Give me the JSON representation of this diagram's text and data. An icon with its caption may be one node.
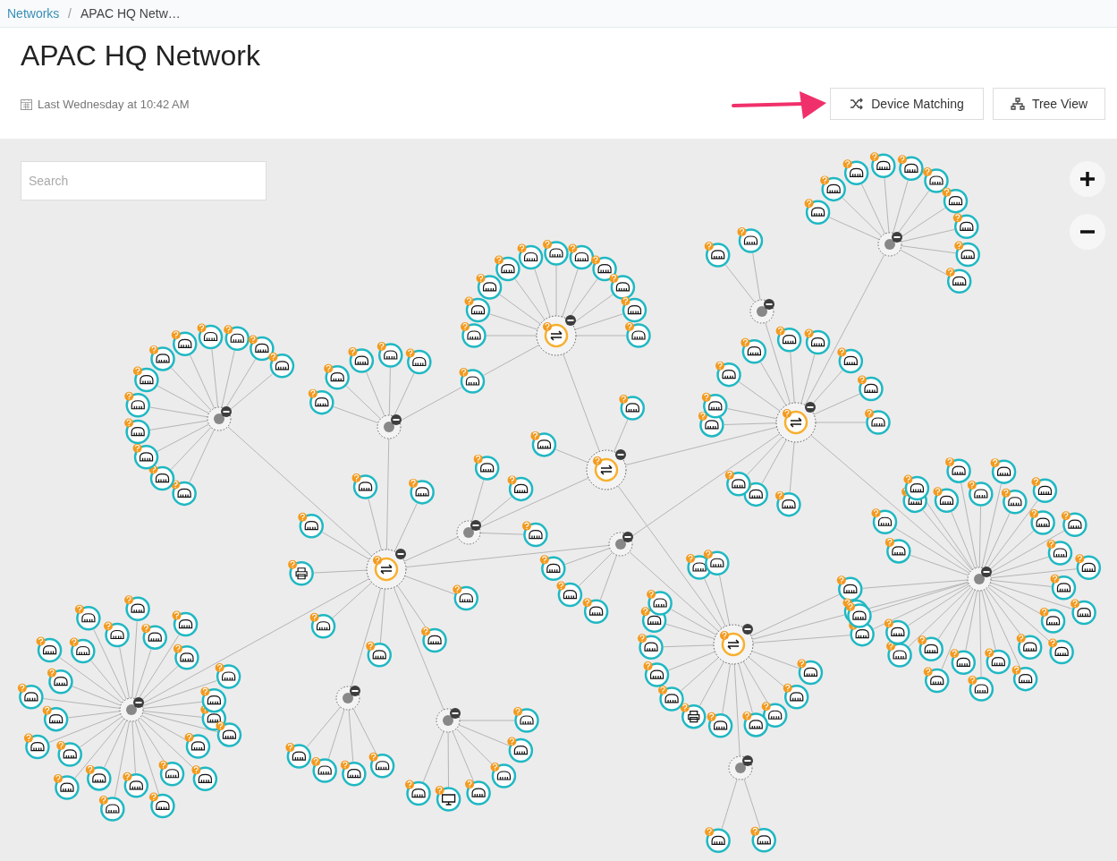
{
  "diagram": {
    "title": "APAC HQ Network",
    "nodes": [
      {
        "text": [],
        "shape": "circle"
      },
      {
        "text": [],
        "shape": "circle"
      },
      {
        "text": [],
        "shape": "circle"
      },
      {
        "text": [],
        "shape": "circle"
      },
      {
        "text": [],
        "shape": "circle"
      },
      {
        "text": [],
        "shape": "circle"
      },
      {
        "text": [],
        "shape": "circle"
      },
      {
        "text": [],
        "shape": "circle"
      },
      {
        "text": [],
        "shape": "circle"
      },
      {
        "text": [],
        "shape": "circle"
      },
      {
        "text": [],
        "shape": "circle"
      },
      {
        "text": [],
        "shape": "circle"
      },
      {
        "text": [],
        "shape": "circle"
      },
      {
        "text": [],
        "shape": "circle"
      },
      {
        "text": [],
        "shape": "circle"
      },
      {
        "text": [],
        "shape": "circle"
      },
      {
        "text": [],
        "shape": "circle"
      },
      {
        "text": [],
        "shape": "circle"
      },
      {
        "text": [],
        "shape": "circle"
      },
      {
        "text": [],
        "shape": "circle"
      },
      {
        "text": [],
        "shape": "circle"
      },
      {
        "text": [],
        "shape": "circle"
      },
      {
        "text": [],
        "shape": "circle"
      },
      {
        "text": [],
        "shape": "circle"
      },
      {
        "text": [],
        "shape": "circle"
      },
      {
        "text": [],
        "shape": "circle"
      },
      {
        "text": [],
        "shape": "circle"
      },
      {
        "text": [],
        "shape": "circle"
      },
      {
        "text": [],
        "shape": "circle"
      },
      {
        "text": [],
        "shape": "circle"
      },
      {
        "text": [],
        "shape": "circle"
      },
      {
        "text": [],
        "shape": "circle"
      },
      {
        "text": [],
        "shape": "circle"
      },
      {
        "text": [],
        "shape": "circle"
      },
      {
        "text": [],
        "shape": "circle"
      },
      {
        "text": [],
        "shape": "circle"
      },
      {
        "text": [],
        "shape": "circle"
      },
      {
        "text": [],
        "shape": "circle"
      },
      {
        "text": [],
        "shape": "circle"
      },
      {
        "text": [],
        "shape": "circle"
      },
      {
        "text": [],
        "shape": "circle"
      },
      {
        "text": [],
        "shape": "circle"
      },
      {
        "text": [],
        "shape": "circle"
      },
      {
        "text": [],
        "shape": "circle"
      },
      {
        "text": [],
        "shape": "circle"
      },
      {
        "text": [],
        "shape": "circle"
      },
      {
        "text": [],
        "shape": "circle"
      },
      {
        "text": [],
        "shape": "circle"
      },
      {
        "text": [],
        "shape": "circle"
      },
      {
        "text": [],
        "shape": "circle"
      },
      {
        "text": [],
        "shape": "circle"
      },
      {
        "text": [],
        "shape": "circle"
      },
      {
        "text": [],
        "shape": "circle"
      },
      {
        "text": [],
        "shape": "circle"
      },
      {
        "text": [],
        "shape": "circle"
      },
      {
        "text": [],
        "shape": "circle"
      },
      {
        "text": [],
        "shape": "circle"
      },
      {
        "text": [],
        "shape": "circle"
      },
      {
        "text": [],
        "shape": "circle"
      },
      {
        "text": [],
        "shape": "circle"
      },
      {
        "text": [],
        "shape": "circle"
      },
      {
        "text": [],
        "shape": "circle"
      },
      {
        "text": [],
        "shape": "circle"
      },
      {
        "text": [],
        "shape": "circle"
      },
      {
        "text": [],
        "shape": "circle"
      },
      {
        "text": [],
        "shape": "circle"
      },
      {
        "text": [],
        "shape": "circle"
      },
      {
        "text": [],
        "shape": "circle"
      },
      {
        "text": [],
        "shape": "circle"
      },
      {
        "text": [],
        "shape": "circle"
      },
      {
        "text": [],
        "shape": "circle"
      },
      {
        "text": [],
        "shape": "circle"
      },
      {
        "text": [],
        "shape": "circle"
      },
      {
        "text": [],
        "shape": "circle"
      },
      {
        "text": [],
        "shape": "circle"
      },
      {
        "text": [],
        "shape": "circle"
      },
      {
        "text": [],
        "shape": "circle"
      },
      {
        "text": [],
        "shape": "circle"
      },
      {
        "text": [],
        "shape": "circle"
      },
      {
        "text": [],
        "shape": "circle"
      },
      {
        "text": [],
        "shape": "circle"
      },
      {
        "text": [],
        "shape": "circle"
      },
      {
        "text": [],
        "shape": "circle"
      },
      {
        "text": [],
        "shape": "circle"
      },
      {
        "text": [],
        "shape": "circle"
      },
      {
        "text": [],
        "shape": "circle"
      },
      {
        "text": [],
        "shape": "circle"
      },
      {
        "text": [],
        "shape": "circle"
      },
      {
        "text": [],
        "shape": "circle"
      },
      {
        "text": [],
        "shape": "circle"
      },
      {
        "text": [],
        "shape": "circle"
      },
      {
        "text": [],
        "shape": "circle"
      },
      {
        "text": [],
        "shape": "circle"
      },
      {
        "text": [],
        "shape": "circle"
      },
      {
        "text": [],
        "shape": "circle"
      },
      {
        "text": [],
        "shape": "circle"
      },
      {
        "text": [],
        "shape": "circle"
      },
      {
        "text": [],
        "shape": "circle"
      },
      {
        "text": [],
        "shape": "circle"
      },
      {
        "text": [],
        "shape": "circle"
      },
      {
        "text": [],
        "shape": "circle"
      },
      {
        "text": [],
        "shape": "circle"
      },
      {
        "text": [],
        "shape": "circle"
      },
      {
        "text": [],
        "shape": "circle"
      },
      {
        "text": [],
        "shape": "circle"
      },
      {
        "text": [],
        "shape": "circle"
      },
      {
        "text": [],
        "shape": "circle"
      },
      {
        "text": [],
        "shape": "circle"
      },
      {
        "text": [],
        "shape": "circle"
      },
      {
        "text": [],
        "shape": "circle"
      },
      {
        "text": [],
        "shape": "circle"
      },
      {
        "text": [],
        "shape": "circle"
      },
      {
        "text": [],
        "shape": "circle"
      },
      {
        "text": [],
        "shape": "circle"
      },
      {
        "text": [],
        "shape": "circle"
      },
      {
        "text": [],
        "shape": "circle"
      },
      {
        "text": [],
        "shape": "circle"
      },
      {
        "text": [],
        "shape": "circle"
      },
      {
        "text": [],
        "shape": "circle"
      },
      {
        "text": [],
        "shape": "circle"
      },
      {
        "text": [],
        "shape": "circle"
      },
      {
        "text": [],
        "shape": "circle"
      },
      {
        "text": [],
        "shape": "circle"
      },
      {
        "text": [],
        "shape": "circle"
      },
      {
        "text": [],
        "shape": "circle"
      },
      {
        "text": [],
        "shape": "circle"
      },
      {
        "text": [],
        "shape": "circle"
      },
      {
        "text": [],
        "shape": "circle"
      },
      {
        "text": [],
        "shape": "circle"
      },
      {
        "text": [],
        "shape": "circle"
      },
      {
        "text": [],
        "shape": "circle"
      },
      {
        "text": [],
        "shape": "circle"
      },
      {
        "text": [],
        "shape": "circle"
      },
      {
        "text": [],
        "shape": "circle"
      },
      {
        "text": [],
        "shape": "circle"
      },
      {
        "text": [],
        "shape": "circle"
      },
      {
        "text": [],
        "shape": "circle"
      },
      {
        "text": [],
        "shape": "circle"
      },
      {
        "text": [],
        "shape": "circle"
      },
      {
        "text": [],
        "shape": "circle"
      },
      {
        "text": [],
        "shape": "circle"
      },
      {
        "text": [],
        "shape": "circle"
      },
      {
        "text": [],
        "shape": "circle"
      },
      {
        "text": [],
        "shape": "circle"
      },
      {
        "text": [],
        "shape": "circle"
      },
      {
        "text": [],
        "shape": "circle"
      },
      {
        "text": [],
        "shape": "circle"
      },
      {
        "text": [],
        "shape": "circle"
      },
      {
        "text": [],
        "shape": "circle"
      },
      {
        "text": [],
        "shape": "circle"
      },
      {
        "text": [],
        "shape": "circle"
      },
      {
        "text": [],
        "shape": "circle"
      },
      {
        "text": [],
        "shape": "circle"
      },
      {
        "text": [],
        "shape": "circle"
      },
      {
        "text": [],
        "shape": "circle"
      },
      {
        "text": [],
        "shape": "circle"
      },
      {
        "text": [],
        "shape": "circle"
      },
      {
        "text": [],
        "shape": "circle"
      },
      {
        "text": [],
        "shape": "circle"
      },
      {
        "text": [],
        "shape": "circle"
      },
      {
        "text": [],
        "shape": "circle"
      },
      {
        "text": [],
        "shape": "circle"
      },
      {
        "text": [],
        "shape": "circle"
      },
      {
        "text": [],
        "shape": "circle"
      },
      {
        "text": [],
        "shape": "circle"
      },
      {
        "text": [],
        "shape": "circle"
      }
    ],
    "edges": [
      {
        "from": 0,
        "to": 1,
        "arrow": "none"
      },
      {
        "from": 0,
        "to": 2,
        "arrow": "none"
      },
      {
        "from": 0,
        "to": 3,
        "arrow": "none"
      },
      {
        "from": 0,
        "to": 4,
        "arrow": "none"
      },
      {
        "from": 0,
        "to": 5,
        "arrow": "none"
      },
      {
        "from": 0,
        "to": 6,
        "arrow": "none"
      },
      {
        "from": 0,
        "to": 7,
        "arrow": "none"
      },
      {
        "from": 0,
        "to": 8,
        "arrow": "none"
      },
      {
        "from": 0,
        "to": 9,
        "arrow": "none"
      },
      {
        "from": 0,
        "to": 10,
        "arrow": "none"
      },
      {
        "from": 0,
        "to": 11,
        "arrow": "none"
      },
      {
        "from": 0,
        "to": 12,
        "arrow": "none"
      },
      {
        "from": 13,
        "to": 14,
        "arrow": "none"
      },
      {
        "from": 13,
        "to": 15,
        "arrow": "none"
      },
      {
        "from": 13,
        "to": 16,
        "arrow": "none"
      },
      {
        "from": 13,
        "to": 17,
        "arrow": "none"
      },
      {
        "from": 13,
        "to": 18,
        "arrow": "none"
      },
      {
        "from": 19,
        "to": 20,
        "arrow": "none"
      },
      {
        "from": 19,
        "to": 21,
        "arrow": "none"
      },
      {
        "from": 19,
        "to": 22,
        "arrow": "none"
      },
      {
        "from": 19,
        "to": 23,
        "arrow": "none"
      },
      {
        "from": 19,
        "to": 24,
        "arrow": "none"
      },
      {
        "from": 19,
        "to": 25,
        "arrow": "none"
      },
      {
        "from": 19,
        "to": 26,
        "arrow": "none"
      },
      {
        "from": 19,
        "to": 27,
        "arrow": "none"
      },
      {
        "from": 19,
        "to": 28,
        "arrow": "none"
      },
      {
        "from": 19,
        "to": 29,
        "arrow": "none"
      },
      {
        "from": 19,
        "to": 30,
        "arrow": "none"
      },
      {
        "from": 19,
        "to": 31,
        "arrow": "none"
      },
      {
        "from": 13,
        "to": 31,
        "arrow": "none"
      },
      {
        "from": 32,
        "to": 33,
        "arrow": "none"
      },
      {
        "from": 32,
        "to": 34,
        "arrow": "none"
      },
      {
        "from": 35,
        "to": 36,
        "arrow": "none"
      },
      {
        "from": 35,
        "to": 37,
        "arrow": "none"
      },
      {
        "from": 35,
        "to": 38,
        "arrow": "none"
      },
      {
        "from": 35,
        "to": 39,
        "arrow": "none"
      },
      {
        "from": 35,
        "to": 40,
        "arrow": "none"
      },
      {
        "from": 35,
        "to": 41,
        "arrow": "none"
      },
      {
        "from": 35,
        "to": 42,
        "arrow": "none"
      },
      {
        "from": 35,
        "to": 43,
        "arrow": "none"
      },
      {
        "from": 35,
        "to": 44,
        "arrow": "none"
      },
      {
        "from": 35,
        "to": 45,
        "arrow": "none"
      },
      {
        "from": 46,
        "to": 47,
        "arrow": "none"
      },
      {
        "from": 46,
        "to": 48,
        "arrow": "none"
      },
      {
        "from": 46,
        "to": 49,
        "arrow": "none"
      },
      {
        "from": 46,
        "to": 50,
        "arrow": "none"
      },
      {
        "from": 46,
        "to": 51,
        "arrow": "none"
      },
      {
        "from": 46,
        "to": 52,
        "arrow": "none"
      },
      {
        "from": 46,
        "to": 53,
        "arrow": "none"
      },
      {
        "from": 46,
        "to": 54,
        "arrow": "none"
      },
      {
        "from": 46,
        "to": 55,
        "arrow": "none"
      },
      {
        "from": 46,
        "to": 56,
        "arrow": "none"
      },
      {
        "from": 46,
        "to": 57,
        "arrow": "none"
      },
      {
        "from": 46,
        "to": 58,
        "arrow": "none"
      },
      {
        "from": 59,
        "to": 60,
        "arrow": "none"
      },
      {
        "from": 59,
        "to": 61,
        "arrow": "none"
      },
      {
        "from": 62,
        "to": 63,
        "arrow": "none"
      },
      {
        "from": 62,
        "to": 64,
        "arrow": "none"
      },
      {
        "from": 62,
        "to": 65,
        "arrow": "none"
      },
      {
        "from": 66,
        "to": 67,
        "arrow": "none"
      },
      {
        "from": 66,
        "to": 68,
        "arrow": "none"
      },
      {
        "from": 66,
        "to": 69,
        "arrow": "none"
      },
      {
        "from": 66,
        "to": 70,
        "arrow": "none"
      },
      {
        "from": 66,
        "to": 71,
        "arrow": "none"
      },
      {
        "from": 66,
        "to": 72,
        "arrow": "none"
      },
      {
        "from": 66,
        "to": 73,
        "arrow": "none"
      },
      {
        "from": 66,
        "to": 74,
        "arrow": "none"
      },
      {
        "from": 75,
        "to": 76,
        "arrow": "none"
      },
      {
        "from": 75,
        "to": 77,
        "arrow": "none"
      },
      {
        "from": 75,
        "to": 78,
        "arrow": "none"
      },
      {
        "from": 79,
        "to": 80,
        "arrow": "none"
      },
      {
        "from": 79,
        "to": 81,
        "arrow": "none"
      },
      {
        "from": 79,
        "to": 82,
        "arrow": "none"
      },
      {
        "from": 79,
        "to": 83,
        "arrow": "none"
      },
      {
        "from": 79,
        "to": 84,
        "arrow": "none"
      },
      {
        "from": 79,
        "to": 85,
        "arrow": "none"
      },
      {
        "from": 79,
        "to": 86,
        "arrow": "none"
      },
      {
        "from": 79,
        "to": 87,
        "arrow": "none"
      },
      {
        "from": 79,
        "to": 88,
        "arrow": "none"
      },
      {
        "from": 79,
        "to": 89,
        "arrow": "none"
      },
      {
        "from": 79,
        "to": 90,
        "arrow": "none"
      },
      {
        "from": 79,
        "to": 91,
        "arrow": "none"
      },
      {
        "from": 79,
        "to": 92,
        "arrow": "none"
      },
      {
        "from": 79,
        "to": 93,
        "arrow": "none"
      },
      {
        "from": 79,
        "to": 94,
        "arrow": "none"
      },
      {
        "from": 79,
        "to": 95,
        "arrow": "none"
      },
      {
        "from": 79,
        "to": 96,
        "arrow": "none"
      },
      {
        "from": 79,
        "to": 97,
        "arrow": "none"
      },
      {
        "from": 79,
        "to": 98,
        "arrow": "none"
      },
      {
        "from": 79,
        "to": 99,
        "arrow": "none"
      },
      {
        "from": 79,
        "to": 100,
        "arrow": "none"
      },
      {
        "from": 79,
        "to": 101,
        "arrow": "none"
      },
      {
        "from": 79,
        "to": 102,
        "arrow": "none"
      },
      {
        "from": 79,
        "to": 103,
        "arrow": "none"
      },
      {
        "from": 79,
        "to": 104,
        "arrow": "none"
      },
      {
        "from": 105,
        "to": 106,
        "arrow": "none"
      },
      {
        "from": 105,
        "to": 107,
        "arrow": "none"
      },
      {
        "from": 105,
        "to": 108,
        "arrow": "none"
      },
      {
        "from": 105,
        "to": 109,
        "arrow": "none"
      },
      {
        "from": 110,
        "to": 111,
        "arrow": "none"
      },
      {
        "from": 110,
        "to": 112,
        "arrow": "none"
      },
      {
        "from": 110,
        "to": 113,
        "arrow": "none"
      },
      {
        "from": 110,
        "to": 114,
        "arrow": "none"
      },
      {
        "from": 110,
        "to": 115,
        "arrow": "none"
      },
      {
        "from": 110,
        "to": 116,
        "arrow": "none"
      },
      {
        "from": 117,
        "to": 118,
        "arrow": "none"
      },
      {
        "from": 117,
        "to": 119,
        "arrow": "none"
      },
      {
        "from": 117,
        "to": 120,
        "arrow": "none"
      },
      {
        "from": 117,
        "to": 121,
        "arrow": "none"
      },
      {
        "from": 117,
        "to": 122,
        "arrow": "none"
      },
      {
        "from": 117,
        "to": 123,
        "arrow": "none"
      },
      {
        "from": 117,
        "to": 124,
        "arrow": "none"
      },
      {
        "from": 117,
        "to": 125,
        "arrow": "none"
      },
      {
        "from": 117,
        "to": 126,
        "arrow": "none"
      },
      {
        "from": 117,
        "to": 127,
        "arrow": "none"
      },
      {
        "from": 117,
        "to": 128,
        "arrow": "none"
      },
      {
        "from": 117,
        "to": 129,
        "arrow": "none"
      },
      {
        "from": 117,
        "to": 130,
        "arrow": "none"
      },
      {
        "from": 117,
        "to": 131,
        "arrow": "none"
      },
      {
        "from": 117,
        "to": 132,
        "arrow": "none"
      },
      {
        "from": 117,
        "to": 133,
        "arrow": "none"
      },
      {
        "from": 134,
        "to": 131,
        "arrow": "none"
      },
      {
        "from": 134,
        "to": 132,
        "arrow": "none"
      },
      {
        "from": 134,
        "to": 133,
        "arrow": "none"
      },
      {
        "from": 134,
        "to": 135,
        "arrow": "none"
      },
      {
        "from": 134,
        "to": 136,
        "arrow": "none"
      },
      {
        "from": 134,
        "to": 137,
        "arrow": "none"
      },
      {
        "from": 134,
        "to": 138,
        "arrow": "none"
      },
      {
        "from": 134,
        "to": 139,
        "arrow": "none"
      },
      {
        "from": 134,
        "to": 140,
        "arrow": "none"
      },
      {
        "from": 134,
        "to": 141,
        "arrow": "none"
      },
      {
        "from": 134,
        "to": 142,
        "arrow": "none"
      },
      {
        "from": 134,
        "to": 143,
        "arrow": "none"
      },
      {
        "from": 134,
        "to": 144,
        "arrow": "none"
      },
      {
        "from": 134,
        "to": 145,
        "arrow": "none"
      },
      {
        "from": 134,
        "to": 146,
        "arrow": "none"
      },
      {
        "from": 134,
        "to": 147,
        "arrow": "none"
      },
      {
        "from": 134,
        "to": 148,
        "arrow": "none"
      },
      {
        "from": 134,
        "to": 149,
        "arrow": "none"
      },
      {
        "from": 134,
        "to": 150,
        "arrow": "none"
      },
      {
        "from": 134,
        "to": 151,
        "arrow": "none"
      },
      {
        "from": 134,
        "to": 152,
        "arrow": "none"
      },
      {
        "from": 134,
        "to": 153,
        "arrow": "none"
      },
      {
        "from": 134,
        "to": 154,
        "arrow": "none"
      },
      {
        "from": 134,
        "to": 155,
        "arrow": "none"
      },
      {
        "from": 134,
        "to": 156,
        "arrow": "none"
      },
      {
        "from": 134,
        "to": 157,
        "arrow": "none"
      },
      {
        "from": 134,
        "to": 158,
        "arrow": "none"
      },
      {
        "from": 134,
        "to": 159,
        "arrow": "none"
      },
      {
        "from": 134,
        "to": 160,
        "arrow": "none"
      },
      {
        "from": 134,
        "to": 161,
        "arrow": "none"
      },
      {
        "from": 134,
        "to": 162,
        "arrow": "none"
      },
      {
        "from": 163,
        "to": 164,
        "arrow": "none"
      },
      {
        "from": 163,
        "to": 165,
        "arrow": "none"
      },
      {
        "from": 0,
        "to": 66,
        "arrow": "none"
      },
      {
        "from": 13,
        "to": 66,
        "arrow": "none"
      },
      {
        "from": 19,
        "to": 59,
        "arrow": "none"
      },
      {
        "from": 59,
        "to": 46,
        "arrow": "none"
      },
      {
        "from": 59,
        "to": 62,
        "arrow": "none"
      },
      {
        "from": 59,
        "to": 117,
        "arrow": "none"
      },
      {
        "from": 32,
        "to": 46,
        "arrow": "none"
      },
      {
        "from": 35,
        "to": 46,
        "arrow": "none"
      },
      {
        "from": 46,
        "to": 134,
        "arrow": "none"
      },
      {
        "from": 46,
        "to": 75,
        "arrow": "none"
      },
      {
        "from": 66,
        "to": 62,
        "arrow": "none"
      },
      {
        "from": 66,
        "to": 75,
        "arrow": "none"
      },
      {
        "from": 66,
        "to": 79,
        "arrow": "none"
      },
      {
        "from": 66,
        "to": 105,
        "arrow": "none"
      },
      {
        "from": 66,
        "to": 110,
        "arrow": "none"
      },
      {
        "from": 75,
        "to": 117,
        "arrow": "none"
      },
      {
        "from": 117,
        "to": 163,
        "arrow": "none"
      }
    ],
    "labels": [
      "Networks",
      "/",
      "APAC HQ Netw…",
      "Last Wednesday at 10:42 AM",
      "Device Matching",
      "Tree View",
      "Search"
    ]
  }
}
